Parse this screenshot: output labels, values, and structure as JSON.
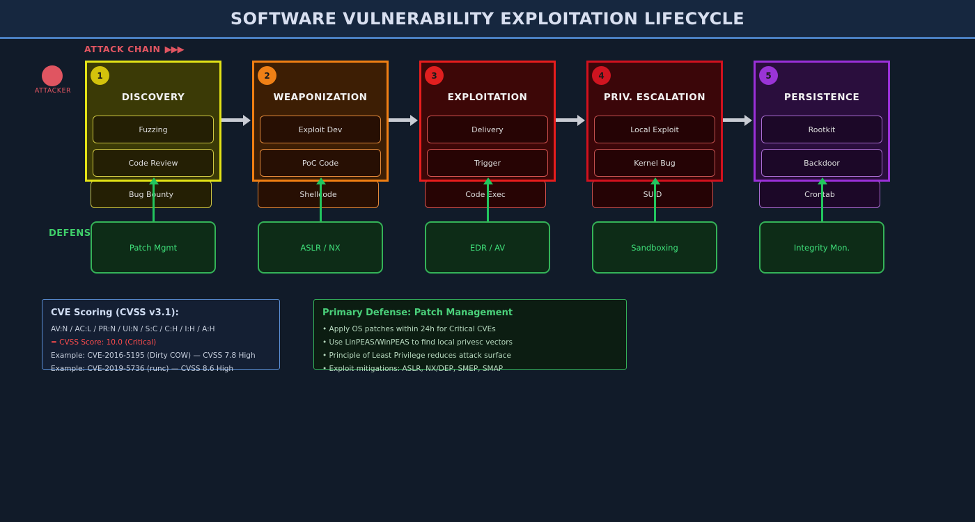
{
  "header": {
    "title": "SOFTWARE VULNERABILITY EXPLOITATION LIFECYCLE"
  },
  "chain": {
    "label": "ATTACK CHAIN",
    "arrow_glyphs": "▶▶▶"
  },
  "attacker": {
    "label": "ATTACKER",
    "color": "#e05561"
  },
  "defense_row": {
    "label": "DEFENSE",
    "accent": "#34b358"
  },
  "stages": [
    {
      "number": "1",
      "title": "DISCOVERY",
      "border": "#e3e316",
      "fill": "#3b3a06",
      "badge": "#d4c20c",
      "tech_border": "#cfc743",
      "tech_fill": "#241f04",
      "techniques": [
        "Fuzzing",
        "Code Review",
        "Bug Bounty"
      ],
      "defense": "Patch Mgmt"
    },
    {
      "number": "2",
      "title": "WEAPONIZATION",
      "border": "#f07f13",
      "fill": "#3d1e04",
      "badge": "#ef8016",
      "tech_border": "#e3893a",
      "tech_fill": "#270f03",
      "techniques": [
        "Exploit Dev",
        "PoC Code",
        "Shellcode"
      ],
      "defense": "ASLR / NX"
    },
    {
      "number": "3",
      "title": "EXPLOITATION",
      "border": "#e81d1d",
      "fill": "#3d0707",
      "badge": "#e01f1f",
      "tech_border": "#d4524f",
      "tech_fill": "#270404",
      "techniques": [
        "Delivery",
        "Trigger",
        "Code Exec"
      ],
      "defense": "EDR / AV"
    },
    {
      "number": "4",
      "title": "PRIV. ESCALATION",
      "border": "#d2111e",
      "fill": "#3b0609",
      "badge": "#cf1420",
      "tech_border": "#c4504f",
      "tech_fill": "#250305",
      "techniques": [
        "Local Exploit",
        "Kernel Bug",
        "SUID"
      ],
      "defense": "Sandboxing"
    },
    {
      "number": "5",
      "title": "PERSISTENCE",
      "border": "#9b30d9",
      "fill": "#2a0e3d",
      "badge": "#9a34d6",
      "tech_border": "#a96cd1",
      "tech_fill": "#1c0828",
      "techniques": [
        "Rootkit",
        "Backdoor",
        "Crontab"
      ],
      "defense": "Integrity Mon."
    }
  ],
  "cve_panel": {
    "title": "CVE Scoring (CVSS v3.1):",
    "vector": "AV:N / AC:L / PR:N / UI:N / S:C / C:H / I:H / A:H",
    "score": "= CVSS Score: 10.0  (Critical)",
    "examples": [
      "Example: CVE-2016-5195 (Dirty COW) — CVSS 7.8 High",
      "Example: CVE-2019-5736 (runc) — CVSS 8.6 High"
    ]
  },
  "defense_panel": {
    "title": "Primary Defense: Patch Management",
    "bullets": [
      "• Apply OS patches within 24h for Critical CVEs",
      "• Use LinPEAS/WinPEAS to find local privesc vectors",
      "• Principle of Least Privilege reduces attack surface",
      "• Exploit mitigations: ASLR, NX/DEP, SMEP, SMAP"
    ]
  }
}
